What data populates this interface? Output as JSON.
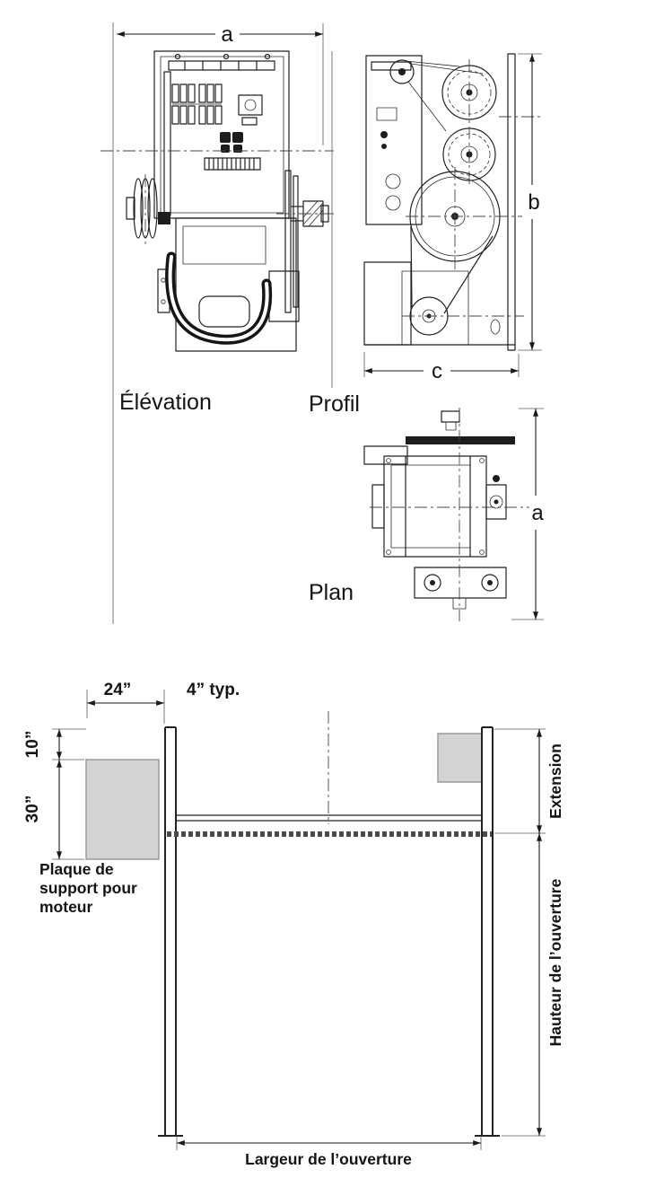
{
  "views": {
    "elevation": {
      "label": "Élévation",
      "dim_width_label": "a"
    },
    "profile": {
      "label": "Profil",
      "dim_height_label": "b",
      "dim_depth_label": "c"
    },
    "plan": {
      "label": "Plan",
      "dim_width_label": "a"
    }
  },
  "installation": {
    "plate_width_dim": "24”",
    "typical_dim": "4” typ.",
    "top_offset_dim": "10”",
    "plate_height_dim": "30”",
    "motor_plate_line1": "Plaque de",
    "motor_plate_line2": "support pour",
    "motor_plate_line3": "moteur",
    "extension_label": "Extension",
    "opening_height_label": "Hauteur de l’ouverture",
    "opening_width_label": "Largeur de l’ouverture"
  },
  "colors": {
    "line": "#1a1a1a",
    "plate_fill": "#d3d3d3",
    "plate_stroke": "#9b9b9b",
    "background": "#ffffff"
  }
}
